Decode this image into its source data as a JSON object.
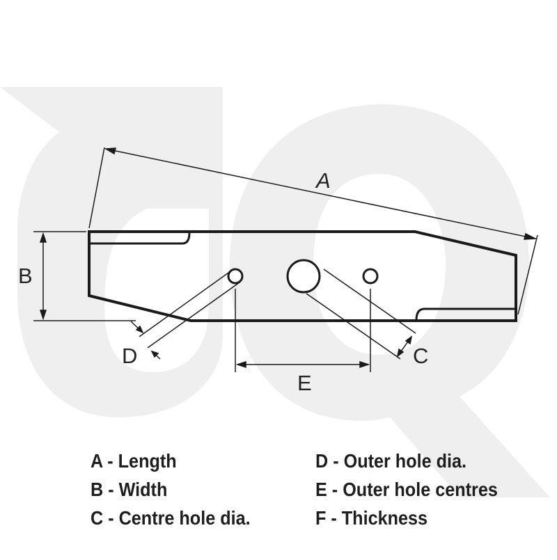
{
  "labels": {
    "A": "A",
    "B": "B",
    "C": "C",
    "D": "D",
    "E": "E"
  },
  "legend": {
    "left": [
      "A - Length",
      "B - Width",
      "C - Centre hole dia."
    ],
    "right": [
      "D - Outer hole dia.",
      "E - Outer hole centres",
      "F - Thickness"
    ]
  },
  "colors": {
    "line": "#1a1a1a",
    "watermark": "#efefef",
    "text": "#222222"
  }
}
